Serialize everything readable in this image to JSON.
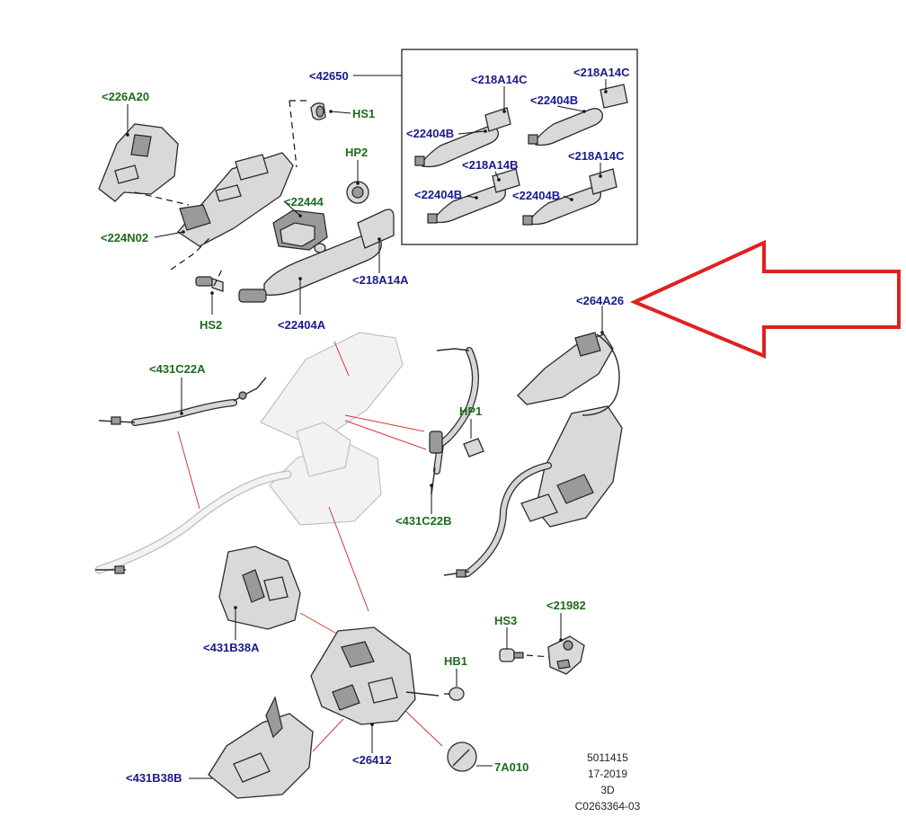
{
  "colors": {
    "blue_label": "#1a1a8c",
    "green_label": "#1d6b1d",
    "red_arrow": "#e02020",
    "leader_red": "#d23a3a"
  },
  "labels": {
    "l226A20": "<226A20",
    "l224N02": "<224N02",
    "lHS1": "HS1",
    "l42650": "<42650",
    "lHP2": "HP2",
    "l22444": "<22444",
    "lHS2": "HS2",
    "l22404A": "<22404A",
    "l218A14A": "<218A14A",
    "k218A14C_1": "<218A14C",
    "k218A14C_2": "<218A14C",
    "k218A14C_3": "<218A14C",
    "k22404B_1": "<22404B",
    "k22404B_2": "<22404B",
    "k22404B_3": "<22404B",
    "k22404B_4": "<22404B",
    "k218A14B": "<218A14B",
    "l264A26": "<264A26",
    "l431C22A": "<431C22A",
    "lHP1": "HP1",
    "l431C22B": "<431C22B",
    "l431B38A": "<431B38A",
    "lHS3": "HS3",
    "l21982": "<21982",
    "lHB1": "HB1",
    "l26412": "<26412",
    "l7A010": "7A010",
    "l431B38B": "<431B38B"
  },
  "stamp": {
    "line1": "5011415",
    "line2": "17-2019",
    "line3": "3D",
    "line4": "C0263364-03"
  },
  "icons": [
    "big-red-arrow-icon",
    "outside-handle-icon",
    "door-latch-icon",
    "release-cable-icon"
  ]
}
